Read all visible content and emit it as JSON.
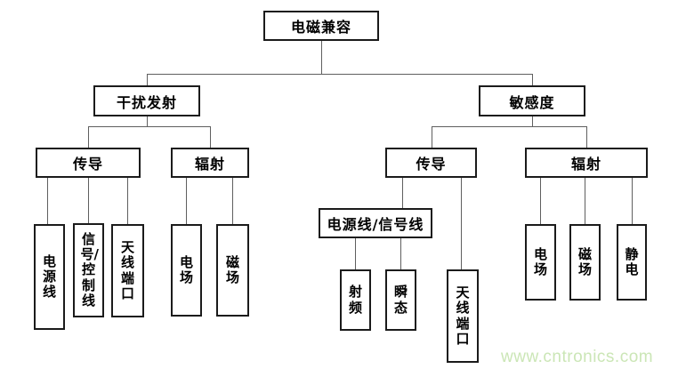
{
  "diagram": {
    "type": "tree",
    "topic": "EMC classification",
    "colors": {
      "background": "#ffffff",
      "box_border": "#1b1b1b",
      "connector": "#5f5f5f",
      "watermark": "#cbe6b6"
    },
    "tree": {
      "label": "电磁兼容",
      "children": [
        {
          "label": "干扰发射",
          "children": [
            {
              "label": "传导",
              "children": [
                {
                  "label": "电源线"
                },
                {
                  "label": "信号/控制线"
                },
                {
                  "label": "天线端口"
                }
              ]
            },
            {
              "label": "辐射",
              "children": [
                {
                  "label": "电场"
                },
                {
                  "label": "磁场"
                }
              ]
            }
          ]
        },
        {
          "label": "敏感度",
          "children": [
            {
              "label": "传导",
              "children": [
                {
                  "label": "电源线/信号线",
                  "children": [
                    {
                      "label": "射频"
                    },
                    {
                      "label": "瞬态"
                    }
                  ]
                },
                {
                  "label": "天线端口"
                }
              ]
            },
            {
              "label": "辐射",
              "children": [
                {
                  "label": "电场"
                },
                {
                  "label": "磁场"
                },
                {
                  "label": "静电"
                }
              ]
            }
          ]
        }
      ]
    },
    "watermark": {
      "text": "www.cntronics.com"
    }
  }
}
